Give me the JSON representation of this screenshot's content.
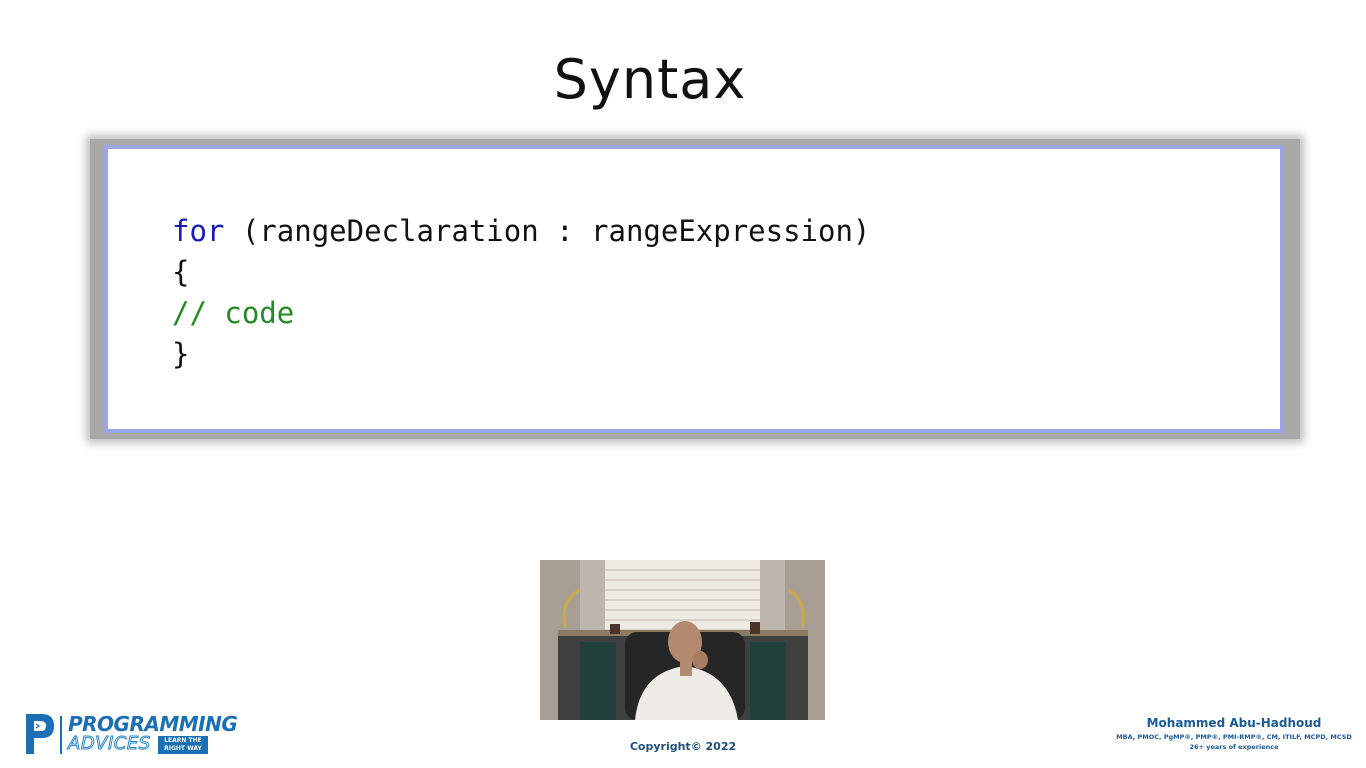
{
  "slide": {
    "title": "Syntax"
  },
  "code": {
    "keyword": "for",
    "line1_rest": " (rangeDeclaration : rangeExpression)",
    "line2": "{",
    "line3_comment": "// code",
    "line4": "}"
  },
  "footer": {
    "copyright": "Copyright© 2022",
    "logo_line1": "PROGRAMMING",
    "logo_line2": "ADVICES",
    "logo_tag": "LEARN THE RIGHT WAY",
    "author_name": "Mohammed Abu-Hadhoud",
    "author_credentials": "MBA, PMOC, PgMP®, PMP®, PMI-RMP®, CM, ITILF, MCPD, MCSD",
    "author_experience": "26+ years of experience"
  },
  "colors": {
    "keyword": "#1a1ab8",
    "comment": "#228b22",
    "frame_border": "#9aa6e6",
    "brand": "#1a6fb5"
  }
}
